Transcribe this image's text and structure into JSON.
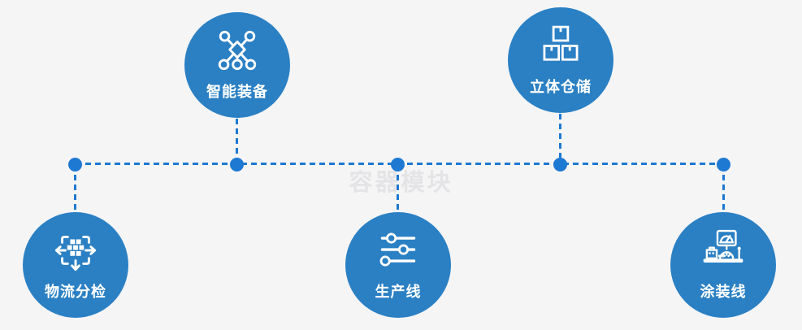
{
  "diagram": {
    "watermark": "容器模块",
    "nodes": [
      {
        "id": "smart-equipment",
        "label": "智能装备",
        "icon": "network-nodes-icon",
        "row": "top"
      },
      {
        "id": "warehouse",
        "label": "立体仓储",
        "icon": "stacked-boxes-icon",
        "row": "top"
      },
      {
        "id": "logistics-sorting",
        "label": "物流分检",
        "icon": "sorting-move-icon",
        "row": "bottom"
      },
      {
        "id": "production-line",
        "label": "生产线",
        "icon": "sliders-icon",
        "row": "bottom"
      },
      {
        "id": "painting-line",
        "label": "涂装线",
        "icon": "machine-console-icon",
        "row": "bottom"
      }
    ]
  },
  "colors": {
    "circle": "#2b80c4",
    "line": "#1e79d2",
    "background": "#f5f5f6",
    "watermark": "#e4e4e6",
    "icon": "#ffffff"
  }
}
